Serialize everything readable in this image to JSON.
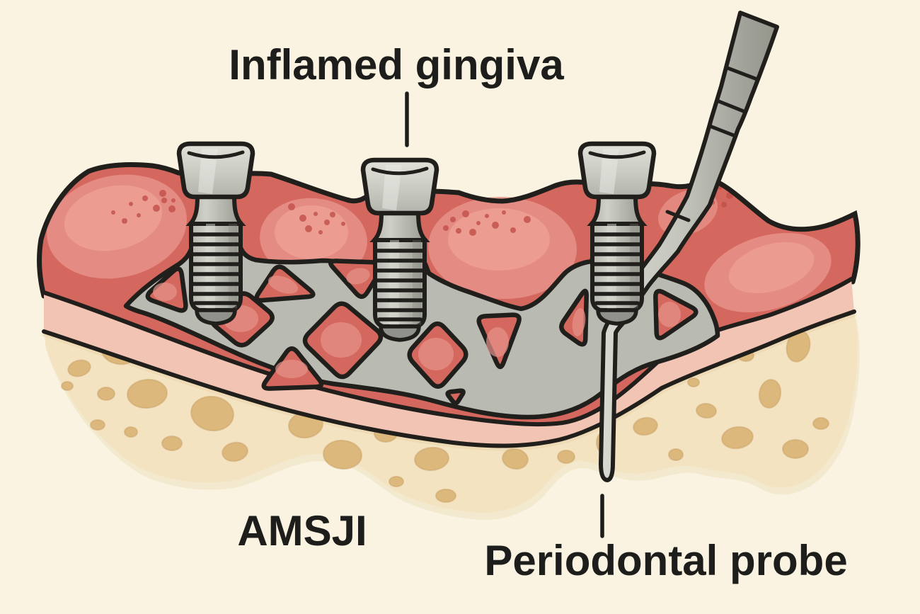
{
  "figure": {
    "type": "medical-illustration",
    "subject": "Subperiosteal jaw implant cross-section with inflamed gingiva and periodontal probe",
    "implant_screw_count": 3,
    "components": [
      "inflamed gingiva",
      "AMSJI lattice frame",
      "implant screws",
      "mucoperiosteum",
      "trabecular bone",
      "periodontal probe"
    ]
  },
  "labels": {
    "inflamed_gingiva": "Inflamed gingiva",
    "amsji": "AMSJI",
    "periodontal_probe": "Periodontal probe"
  },
  "palette": {
    "background": "#faf3e1",
    "outline": "#211f1c",
    "text": "#1d1d1b",
    "gingiva": "#d5685e",
    "gingiva_light": "#e6938a",
    "gingiva_lighter": "#eda094",
    "gingiva_speckle": "#c14f47",
    "mucosa": "#f2c4b4",
    "bone": "#f4e3c1",
    "bone_shadow": "#f3e9cf",
    "bone_trabecular": "#dcb87d",
    "bone_top_shadow": "#ead3ab",
    "metal": "#b9bab2",
    "metal_light": "#d9dad2",
    "metal_mid": "#c6c7bf",
    "metal_dark": "#9a9b93",
    "metal_darker": "#90918a"
  }
}
